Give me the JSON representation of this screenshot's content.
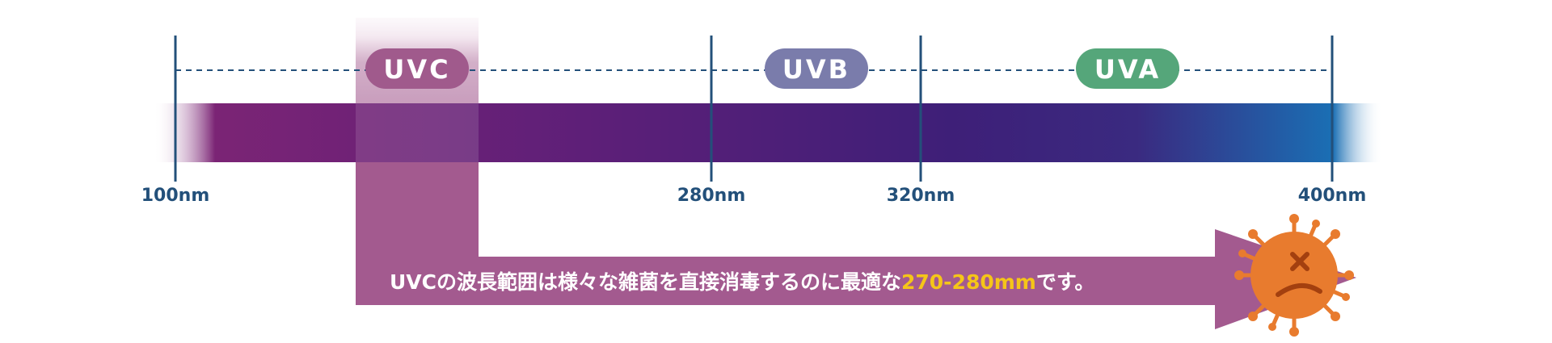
{
  "bands": [
    {
      "label": "UVC",
      "color": "#a05a8c"
    },
    {
      "label": "UVB",
      "color": "#7a7cab"
    },
    {
      "label": "UVA",
      "color": "#55a67a"
    }
  ],
  "ticks": [
    "100nm",
    "280nm",
    "320nm",
    "400nm"
  ],
  "caption": {
    "prefix": "UVCの波長範囲は様々な雑菌を直接消毒するのに最適な",
    "highlight": "270-280mm",
    "suffix": "です。"
  },
  "colors": {
    "spectrum_start": "#7b2475",
    "spectrum_mid": "#4e1f78",
    "spectrum_end": "#1a6fb4",
    "uvc_highlight": "#a35a8f",
    "tick_line": "#23507a",
    "caption_highlight": "#f5c518",
    "virus": "#e87b2e"
  },
  "icons": {
    "virus": "virus-icon"
  }
}
